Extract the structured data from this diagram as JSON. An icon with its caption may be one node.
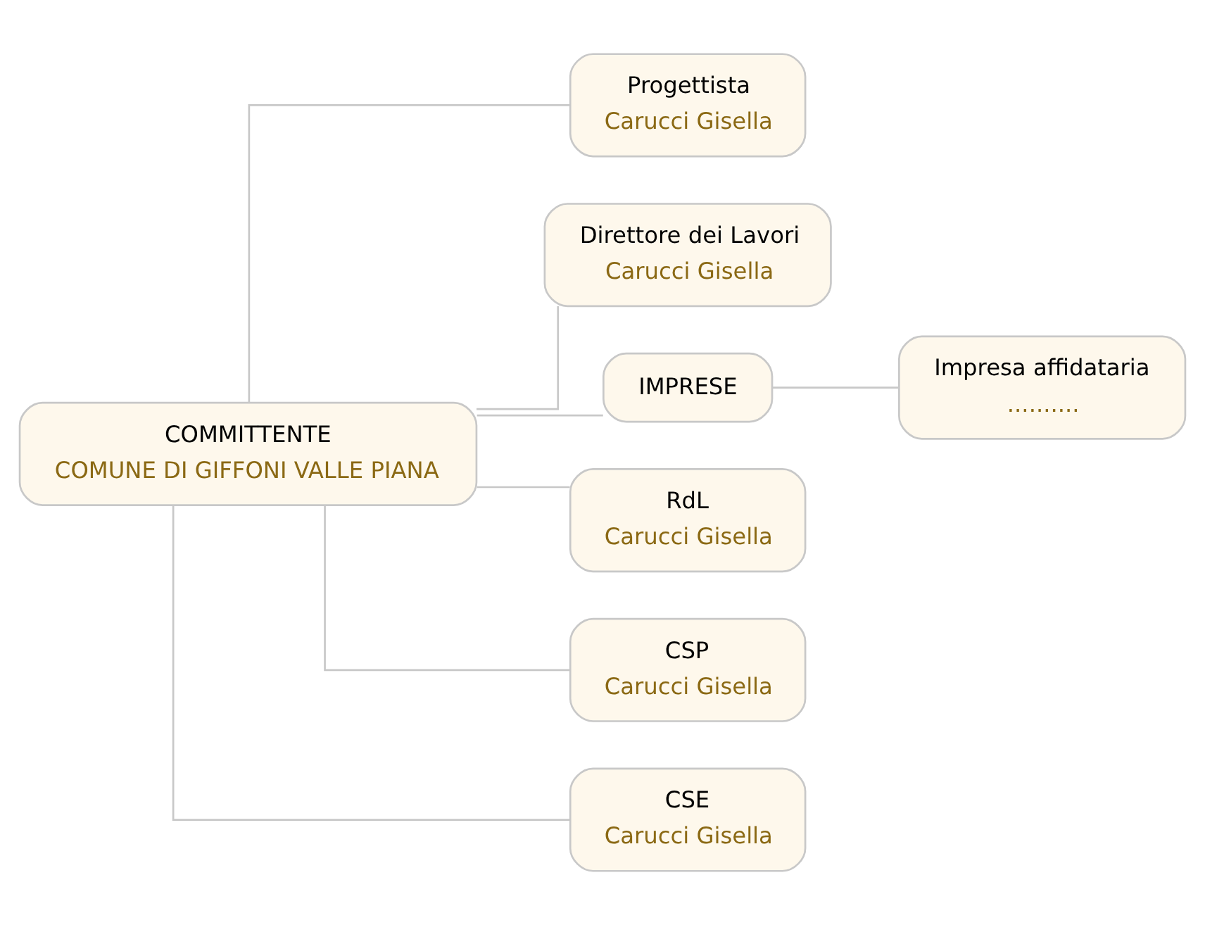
{
  "diagram": {
    "nodes": [
      {
        "text": [
          "COMMITTENTE",
          "COMUNE DI GIFFONI VALLE PIANA"
        ]
      },
      {
        "text": [
          "Progettista",
          "Carucci Gisella"
        ]
      },
      {
        "text": [
          "Direttore dei Lavori",
          "Carucci Gisella"
        ]
      },
      {
        "text": [
          "IMPRESE"
        ]
      },
      {
        "text": [
          "Impresa affidataria",
          ".........."
        ]
      },
      {
        "text": [
          "RdL",
          "Carucci Gisella"
        ]
      },
      {
        "text": [
          "CSP",
          "Carucci Gisella"
        ]
      },
      {
        "text": [
          "CSE",
          "Carucci Gisella"
        ]
      }
    ],
    "edges": [
      {
        "from": 0,
        "to": 1,
        "arrow": "none"
      },
      {
        "from": 0,
        "to": 2,
        "arrow": "none"
      },
      {
        "from": 0,
        "to": 3,
        "arrow": "none"
      },
      {
        "from": 3,
        "to": 4,
        "arrow": "none"
      },
      {
        "from": 0,
        "to": 5,
        "arrow": "none"
      },
      {
        "from": 0,
        "to": 6,
        "arrow": "none"
      },
      {
        "from": 0,
        "to": 7,
        "arrow": "none"
      }
    ]
  }
}
